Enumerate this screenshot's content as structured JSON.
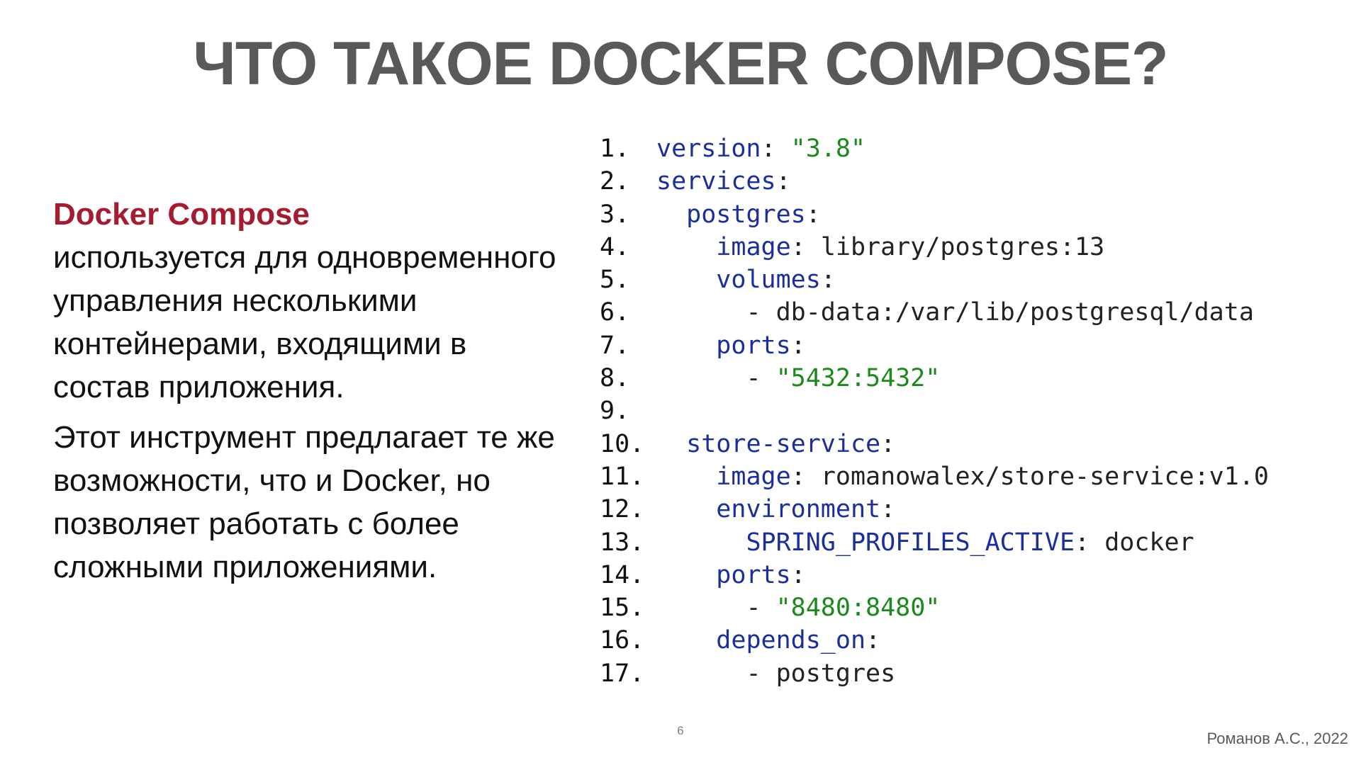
{
  "slide": {
    "title": "ЧТО ТАКОЕ DOCKER COMPOSE?",
    "description": {
      "brand": "Docker Compose",
      "paragraph1_rest": "используется для одновременного управления несколькими контейнерами, входящими в состав приложения.",
      "paragraph2": "Этот инструмент предлагает те же возможности, что и Docker, но позволяет работать с более сложными приложениями."
    },
    "code_lines": [
      {
        "num": "1.",
        "indent": 0,
        "key": "version",
        "sep": ": ",
        "value": "\"3.8\"",
        "type": "str"
      },
      {
        "num": "2.",
        "indent": 0,
        "key": "services",
        "sep": ":",
        "value": "",
        "type": "val"
      },
      {
        "num": "3.",
        "indent": 1,
        "key": "postgres",
        "sep": ":",
        "value": "",
        "type": "val"
      },
      {
        "num": "4.",
        "indent": 2,
        "key": "image",
        "sep": ": ",
        "value": "library/postgres:13",
        "type": "val"
      },
      {
        "num": "5.",
        "indent": 2,
        "key": "volumes",
        "sep": ":",
        "value": "",
        "type": "val"
      },
      {
        "num": "6.",
        "indent": 3,
        "key": "",
        "sep": "- ",
        "value": "db-data:/var/lib/postgresql/data",
        "type": "val"
      },
      {
        "num": "7.",
        "indent": 2,
        "key": "ports",
        "sep": ":",
        "value": "",
        "type": "val"
      },
      {
        "num": "8.",
        "indent": 3,
        "key": "",
        "sep": "- ",
        "value": "\"5432:5432\"",
        "type": "str"
      },
      {
        "num": "9.",
        "indent": 0,
        "key": "",
        "sep": "",
        "value": "",
        "type": "val"
      },
      {
        "num": "10.",
        "indent": 1,
        "key": "store-service",
        "sep": ":",
        "value": "",
        "type": "val"
      },
      {
        "num": "11.",
        "indent": 2,
        "key": "image",
        "sep": ": ",
        "value": "romanowalex/store-service:v1.0",
        "type": "val"
      },
      {
        "num": "12.",
        "indent": 2,
        "key": "environment",
        "sep": ":",
        "value": "",
        "type": "val"
      },
      {
        "num": "13.",
        "indent": 3,
        "key": "SPRING_PROFILES_ACTIVE",
        "sep": ": ",
        "value": "docker",
        "type": "val"
      },
      {
        "num": "14.",
        "indent": 2,
        "key": "ports",
        "sep": ":",
        "value": "",
        "type": "val"
      },
      {
        "num": "15.",
        "indent": 3,
        "key": "",
        "sep": "- ",
        "value": "\"8480:8480\"",
        "type": "str"
      },
      {
        "num": "16.",
        "indent": 2,
        "key": "depends_on",
        "sep": ":",
        "value": "",
        "type": "val"
      },
      {
        "num": "17.",
        "indent": 3,
        "key": "",
        "sep": "- ",
        "value": "postgres",
        "type": "val"
      }
    ],
    "page_number": "6",
    "author": "Романов А.С., 2022"
  }
}
